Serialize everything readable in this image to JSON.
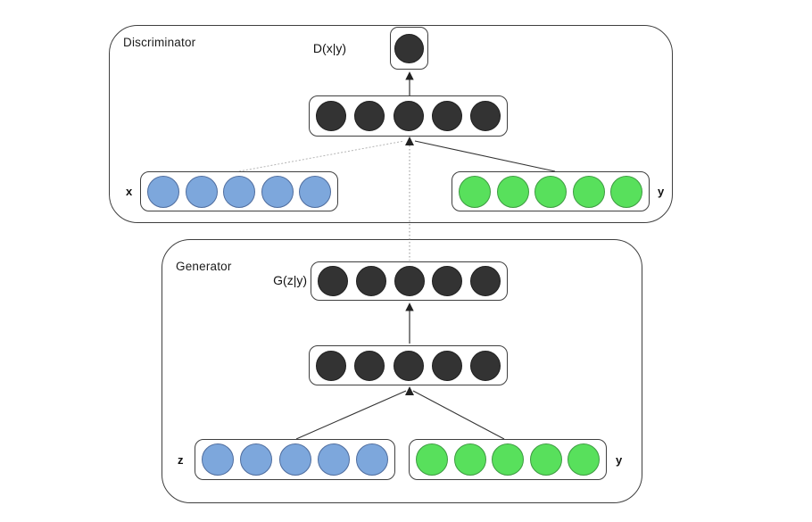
{
  "diagram": {
    "discriminator": {
      "title": "Discriminator",
      "output_label": "D(x|y)",
      "x_label": "x",
      "y_label": "y"
    },
    "generator": {
      "title": "Generator",
      "output_label": "G(z|y)",
      "z_label": "z",
      "y_label": "y"
    }
  },
  "layers": {
    "disc_output": {
      "count": 1,
      "fill": "#333333",
      "stroke": "#1f1f1f",
      "size": 33
    },
    "disc_hidden": {
      "count": 5,
      "fill": "#333333",
      "stroke": "#1f1f1f",
      "size": 34
    },
    "disc_x": {
      "count": 5,
      "fill": "#7da7dc",
      "stroke": "#4f6d9e",
      "size": 36
    },
    "disc_y": {
      "count": 5,
      "fill": "#58e05c",
      "stroke": "#3d9b41",
      "size": 36
    },
    "gen_output": {
      "count": 5,
      "fill": "#333333",
      "stroke": "#1f1f1f",
      "size": 34
    },
    "gen_hidden": {
      "count": 5,
      "fill": "#333333",
      "stroke": "#1f1f1f",
      "size": 34
    },
    "gen_z": {
      "count": 5,
      "fill": "#7da7dc",
      "stroke": "#4f6d9e",
      "size": 36
    },
    "gen_y": {
      "count": 5,
      "fill": "#58e05c",
      "stroke": "#3d9b41",
      "size": 36
    }
  },
  "colors": {
    "edge": "#333333",
    "edge_faint": "#b5b5b5",
    "edge_dotted": "#8f8f8f",
    "box_border": "#3f3f3f"
  }
}
